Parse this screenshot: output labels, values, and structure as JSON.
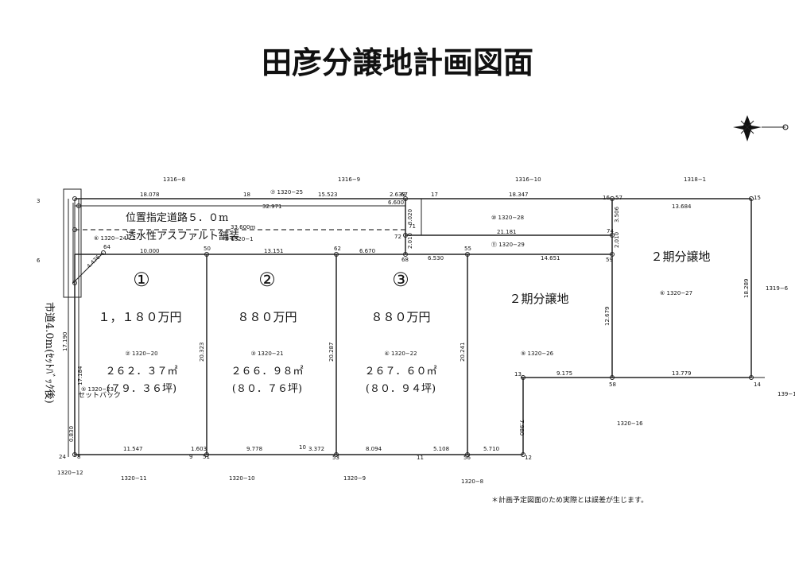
{
  "title": "田彦分譲地計画図面",
  "road_label": "位置指定道路５．０m",
  "road_surface": "透水性アスファルト舗装",
  "city_road_label": "市道4.0m(ｾｯﾄﾊﾞｯｸ後)",
  "setback_label": "セットバック",
  "phase2_label_a": "２期分譲地",
  "phase2_label_b": "２期分譲地",
  "footnote": "＊計画予定図面のため実際とは誤差が生じます。",
  "lots": [
    {
      "marker": "①",
      "price": "１，１８０万円",
      "parcel": "② 1320−20",
      "area": "２６２．３７㎡",
      "tsubo": "(７９．３６坪)"
    },
    {
      "marker": "②",
      "price": "８８０万円",
      "parcel": "③ 1320−21",
      "area": "２６６．９８㎡",
      "tsubo": "(８０．７６坪)"
    },
    {
      "marker": "③",
      "price": "８８０万円",
      "parcel": "④ 1320−22",
      "area": "２６７．６０㎡",
      "tsubo": "(８０．９４坪)"
    }
  ],
  "neighbors_top": [
    "1316−8",
    "1316−9",
    "1316−10",
    "1318−1"
  ],
  "neighbors_bottom": [
    "1320−12",
    "1320−11",
    "1320−10",
    "1320−9",
    "1320−8"
  ],
  "neighbors_right": [
    "1319−6",
    "139−1",
    "1320−16"
  ],
  "parcel_labels": [
    "⑦ 1320−25",
    "⑥ 1320−24",
    "⑧ 1320−1",
    "⑤ 1320−23",
    "⑩ 1320−28",
    "⑪ 1320−29",
    "⑨ 1320−26",
    "⑥ 1320−27"
  ],
  "dimensions": [
    "18.078",
    "32.971",
    "15.523",
    "2.639",
    "18.347",
    "13.684",
    "10.000",
    "13.151",
    "6.670",
    "6.530",
    "14.651",
    "3.020",
    "2.010",
    "21.181",
    "3.506",
    "2.010",
    "20.323",
    "20.287",
    "20.241",
    "12.679",
    "18.289",
    "9.175",
    "13.779",
    "7.980",
    "11.547",
    "1.603",
    "9.778",
    "3.372",
    "8.094",
    "5.108",
    "5.710",
    "17.190",
    "17.184",
    "0.830",
    "4.476",
    "33.600m",
    "6.600"
  ],
  "points": [
    "3",
    "6",
    "18",
    "67",
    "17",
    "16",
    "57",
    "15",
    "64",
    "50",
    "62",
    "68",
    "55",
    "59",
    "72",
    "71",
    "74",
    "13",
    "58",
    "14",
    "24",
    "8",
    "9",
    "51",
    "10",
    "53",
    "11",
    "56",
    "12"
  ]
}
